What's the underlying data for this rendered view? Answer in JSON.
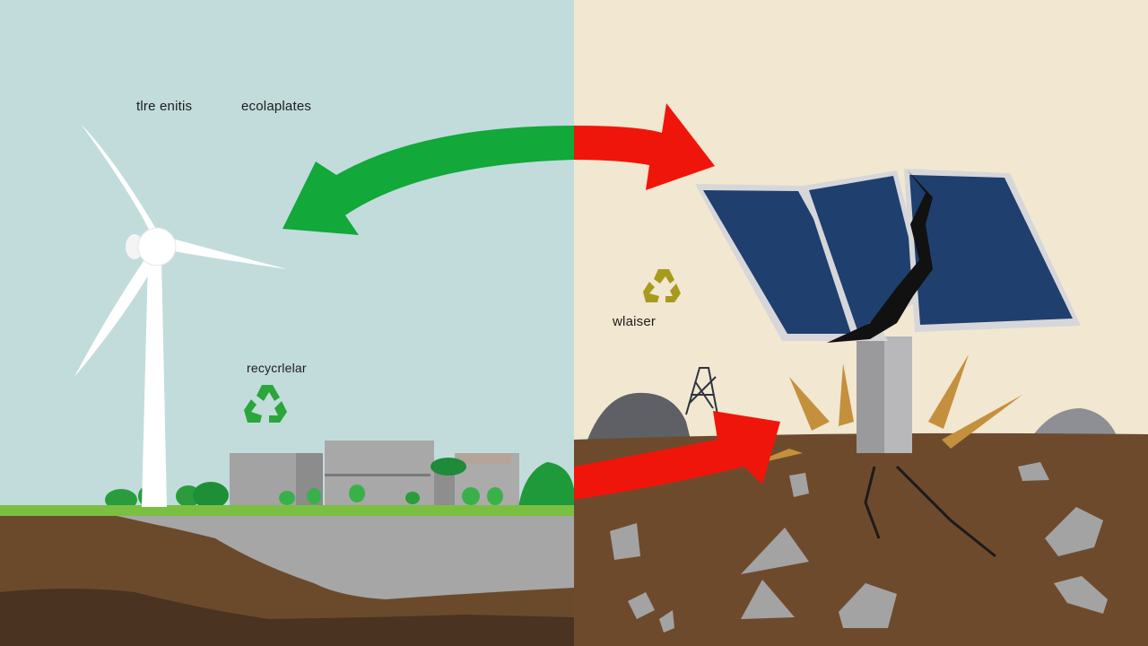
{
  "illustration": {
    "left_panel": {
      "theme": "renewable-recycling",
      "background_color": "#c2dcdc",
      "labels": {
        "top_left": "tlre enitis",
        "top_right": "ecolaplates",
        "recycle_label": "recycrlelar"
      },
      "icons": [
        "wind-turbine",
        "recycle-symbol-green",
        "recycling-facility-buildings"
      ],
      "colors": {
        "grass": "#7bbf42",
        "concrete_layer": "#a6a6a6",
        "soil_upper": "#6b4a2b",
        "soil_lower": "#4a3320",
        "recycle_icon": "#2aa63a"
      }
    },
    "right_panel": {
      "theme": "landfill-waste",
      "background_color": "#f2e7d0",
      "labels": {
        "recycle_label": "wlaiser"
      },
      "icons": [
        "broken-solar-panel",
        "recycle-symbol-olive",
        "mine-headframe",
        "rubble-rocks"
      ],
      "colors": {
        "solar_cell": "#1f3f6e",
        "soil": "#6e4a2d",
        "rock": "#9a9a9a",
        "recycle_icon": "#a89a1e"
      }
    },
    "arrows": {
      "green_arrow": {
        "color": "#12a83a",
        "direction": "left",
        "meaning": "recycle"
      },
      "red_arrow_top": {
        "color": "#f0150a",
        "direction": "right",
        "meaning": "waste"
      },
      "red_arrow_bottom": {
        "color": "#f0150a",
        "direction": "right-into-ground"
      }
    }
  }
}
